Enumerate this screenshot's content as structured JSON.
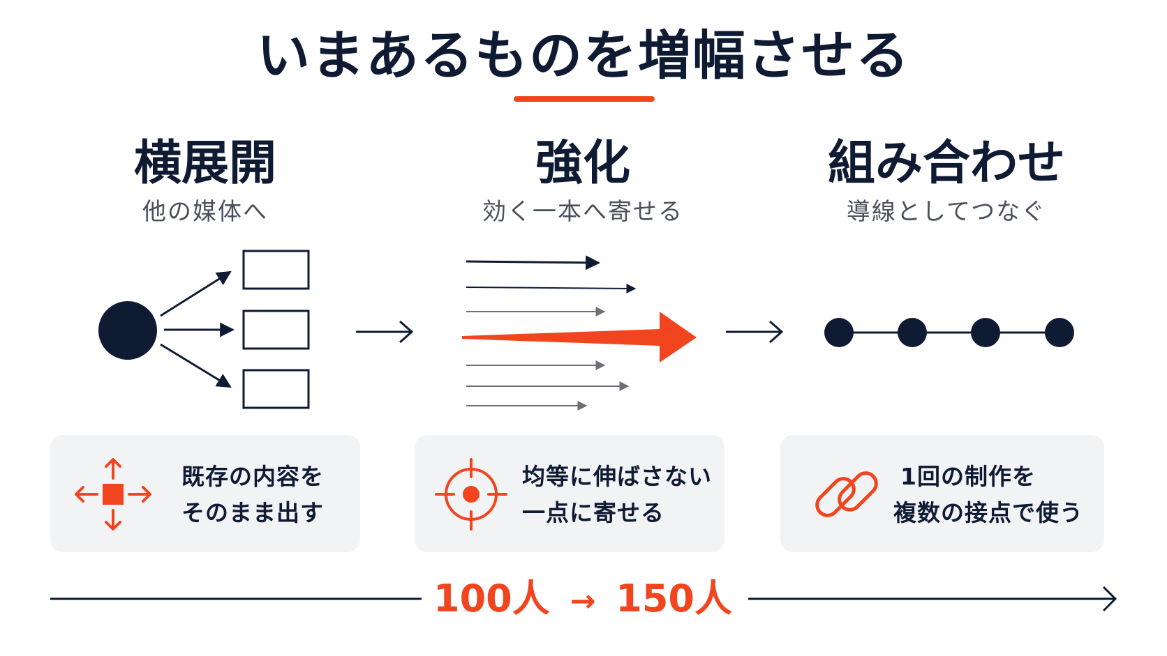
{
  "title": "いまあるものを増幅させる",
  "columns": [
    {
      "heading": "横展開",
      "subheading": "他の媒体へ"
    },
    {
      "heading": "強化",
      "subheading": "効く一本へ寄せる"
    },
    {
      "heading": "組み合わせ",
      "subheading": "導線としてつなぐ"
    }
  ],
  "cards": [
    {
      "icon": "move-arrows-icon",
      "line1": "既存の内容を",
      "line2": "そのまま出す"
    },
    {
      "icon": "target-icon",
      "line1": "均等に伸ばさない",
      "line2": "一点に寄せる"
    },
    {
      "icon": "link-icon",
      "line1": "1回の制作を",
      "line2": "複数の接点で使う"
    }
  ],
  "metric": {
    "from": "100人",
    "arrow": "→",
    "to": "150人"
  },
  "colors": {
    "accent": "#f0451e",
    "navy": "#0f1a33",
    "card_bg": "#f2f3f5",
    "gray_text": "#4a4f5a"
  }
}
